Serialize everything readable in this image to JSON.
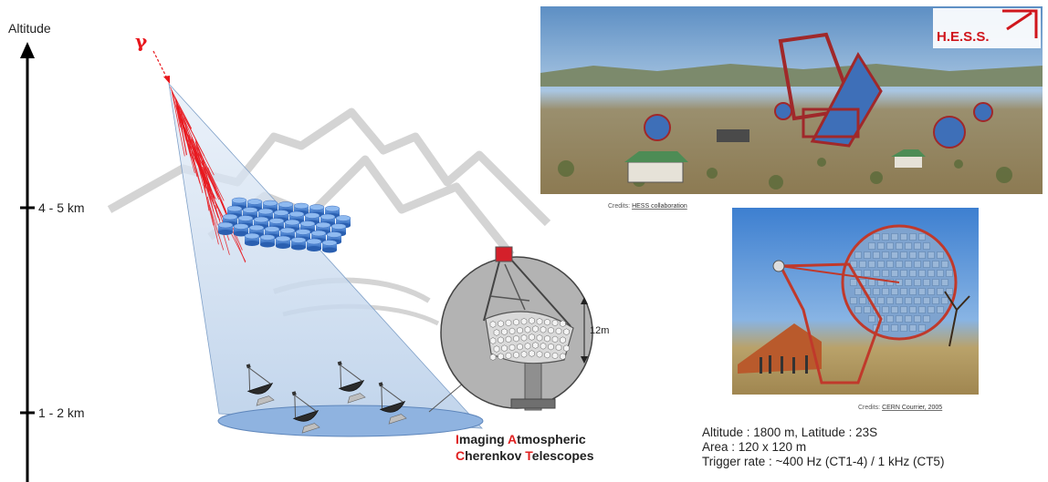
{
  "axis": {
    "title": "Altitude",
    "ticks": [
      "4 - 5 km",
      "1 - 2 km"
    ]
  },
  "gamma_symbol": "γ",
  "telescope_scale": "12m",
  "iact_label": {
    "line1": [
      {
        "text": "I",
        "highlight": true
      },
      {
        "text": "maging ",
        "highlight": false
      },
      {
        "text": "A",
        "highlight": true
      },
      {
        "text": "tmospheric",
        "highlight": false
      }
    ],
    "line2": [
      {
        "text": "C",
        "highlight": true
      },
      {
        "text": "herenkov ",
        "highlight": false
      },
      {
        "text": "T",
        "highlight": true
      },
      {
        "text": "elescopes",
        "highlight": false
      }
    ]
  },
  "photos": {
    "top": {
      "logo": "H.E.S.S.",
      "credit_prefix": "Credits: ",
      "credit_link": "HESS collaboration"
    },
    "bottom": {
      "credit_prefix": "Credits: ",
      "credit_link": "CERN Courrier, 2005"
    }
  },
  "stats": [
    "Altitude : 1800 m, Latitude : 23S",
    "Area : 120 x 120 m",
    "Trigger rate :  ~400 Hz (CT1-4) / 1 kHz (CT5)"
  ],
  "colors": {
    "shower": "#e8161c",
    "cone": "#c6d9ef",
    "ground": "#8fb3e0",
    "mountain": "#d9d9d9",
    "highlight": "#e02020"
  }
}
